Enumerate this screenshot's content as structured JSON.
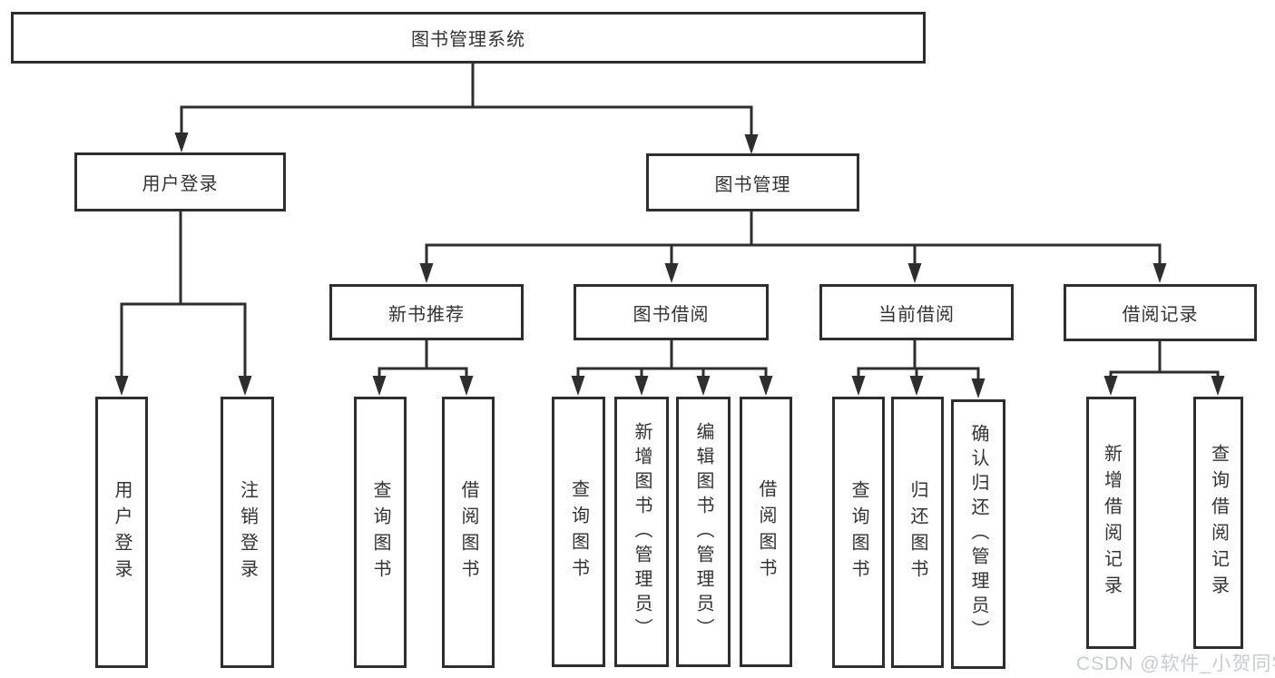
{
  "diagram": {
    "root": {
      "label": "图书管理系统"
    },
    "level2": {
      "user_login": {
        "label": "用户登录"
      },
      "book_management": {
        "label": "图书管理"
      }
    },
    "level3": {
      "new_book_recommend": {
        "label": "新书推荐"
      },
      "book_borrow": {
        "label": "图书借阅"
      },
      "current_borrow": {
        "label": "当前借阅"
      },
      "borrow_records": {
        "label": "借阅记录"
      }
    },
    "leaves": {
      "user_login": {
        "label": "用户登录",
        "parent": "用户登录"
      },
      "logout": {
        "label": "注销登录",
        "parent": "用户登录"
      },
      "recommend_query_books": {
        "label": "查询图书",
        "parent": "新书推荐"
      },
      "recommend_borrow_books": {
        "label": "借阅图书",
        "parent": "新书推荐"
      },
      "borrow_query_books": {
        "label": "查询图书",
        "parent": "图书借阅"
      },
      "borrow_add_book_admin": {
        "label": "新增图书（管理员）",
        "parent": "图书借阅"
      },
      "borrow_edit_book_admin": {
        "label": "编辑图书（管理员）",
        "parent": "图书借阅"
      },
      "borrow_borrow_books": {
        "label": "借阅图书",
        "parent": "图书借阅"
      },
      "current_query_books": {
        "label": "查询图书",
        "parent": "当前借阅"
      },
      "current_return_book": {
        "label": "归还图书",
        "parent": "当前借阅"
      },
      "current_confirm_return_admin": {
        "label": "确认归还（管理员）",
        "parent": "当前借阅"
      },
      "records_add_record": {
        "label": "新增借阅记录",
        "parent": "借阅记录"
      },
      "records_query_record": {
        "label": "查询借阅记录",
        "parent": "借阅记录"
      }
    }
  },
  "watermark": {
    "text": "CSDN @软件_小贺同学"
  },
  "colors": {
    "line": "#2e2e2e",
    "text": "#333333",
    "background": "#ffffff",
    "watermark_text": "#c6cbd5"
  }
}
